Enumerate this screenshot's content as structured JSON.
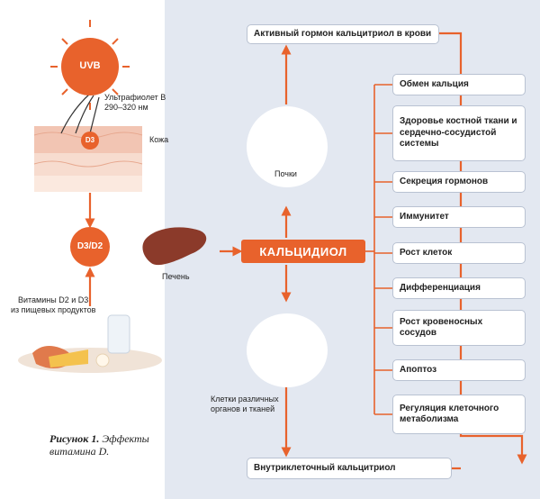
{
  "left": {
    "sun": "UVB",
    "uv_label": [
      "Ультрафиолет B",
      "290–320 нм"
    ],
    "skin_badge": "D3",
    "skin_label": "Кожа",
    "d3d2": "D3/D2",
    "food_label": [
      "Витамины D2 и D3",
      "из пищевых продуктов"
    ],
    "caption_bold": "Рисунок 1.",
    "caption_rest": " Эффекты",
    "caption_line2": "витамина D."
  },
  "center": {
    "liver": "Печень",
    "kidneys": "Почки",
    "calcidiol": "КАЛЬЦИДИОЛ",
    "cells": [
      "Клетки различных",
      "органов и тканей"
    ],
    "top_box": "Активный гормон кальцитриол в крови",
    "bottom_box": "Внутриклеточный кальцитриол"
  },
  "effects": [
    "Обмен кальция",
    "Здоровье костной ткани и сердечно-сосудистой системы",
    "Секреция гормонов",
    "Иммунитет",
    "Рост клеток",
    "Дифференциация",
    "Рост кровеносных сосудов",
    "Апоптоз",
    "Регуляция клеточного метаболизма"
  ],
  "colors": {
    "accent": "#e8622c",
    "panel": "#e3e8f1",
    "kidney": "#d26aa4",
    "liver": "#8b3a2a"
  }
}
